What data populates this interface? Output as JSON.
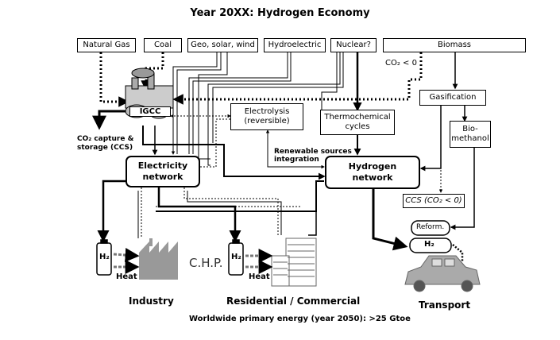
{
  "title": "Year 20XX: Hydrogen Economy",
  "sources": {
    "natural_gas": "Natural Gas",
    "coal": "Coal",
    "renewables": "Geo, solar, wind",
    "hydroelectric": "Hydroelectric",
    "nuclear": "Nuclear?",
    "biomass": "Biomass"
  },
  "co2_negative": "CO₂ < 0",
  "nodes": {
    "igcc": "IGCC",
    "electrolysis": "Electrolysis\n(reversible)",
    "thermochemical": "Thermochemical\ncycles",
    "gasification": "Gasification",
    "biomethanol": "Bio-\nmethanol",
    "electricity_network": "Electricity\nnetwork",
    "hydrogen_network": "Hydrogen\nnetwork",
    "ccs_box": "CCS (CO₂ < 0)",
    "reformer": "Reform."
  },
  "annotations": {
    "co2_capture": "CO₂ capture &\nstorage (CCS)",
    "renewable_integration": "Renewable sources\nintegration",
    "chp": "C.H.P.",
    "heat_industry": "Heat",
    "heat_residential": "Heat",
    "h2_tank_industry": "H₂",
    "h2_tank_residential": "H₂",
    "h2_tank_car": "H₂"
  },
  "sectors": {
    "industry": "Industry",
    "residential": "Residential / Commercial",
    "transport": "Transport"
  },
  "footer": "Worldwide primary energy (year 2050): >25 Gtoe"
}
